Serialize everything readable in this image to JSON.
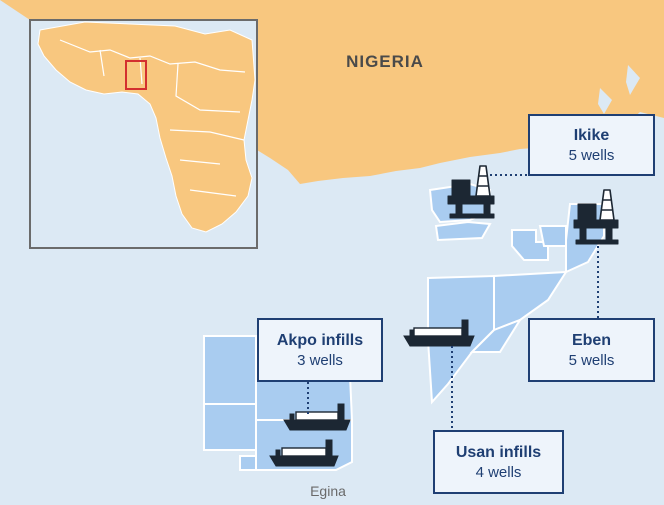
{
  "country": "NIGERIA",
  "fields": [
    {
      "id": "ikike",
      "name": "Ikike",
      "wells": "5 wells",
      "facility": "platform-icon"
    },
    {
      "id": "eben",
      "name": "Eben",
      "wells": "5 wells",
      "facility": "platform-icon"
    },
    {
      "id": "akpo",
      "name": "Akpo infills",
      "wells": "3 wells",
      "facility": "fpso-icon"
    },
    {
      "id": "usan",
      "name": "Usan infills",
      "wells": "4 wells",
      "facility": "fpso-icon"
    }
  ],
  "egina_label": "Egina",
  "colors": {
    "sea": "#dce9f4",
    "land": "#f8c77f",
    "block_fill": "#a9ccf0",
    "block_stroke": "#ffffff",
    "callout_border": "#1f3f73",
    "callout_text": "#1f3f73",
    "inset_highlight": "#d32f2f",
    "facility": "#1c2733"
  },
  "inset": {
    "highlight_region": "Nigeria offshore"
  }
}
